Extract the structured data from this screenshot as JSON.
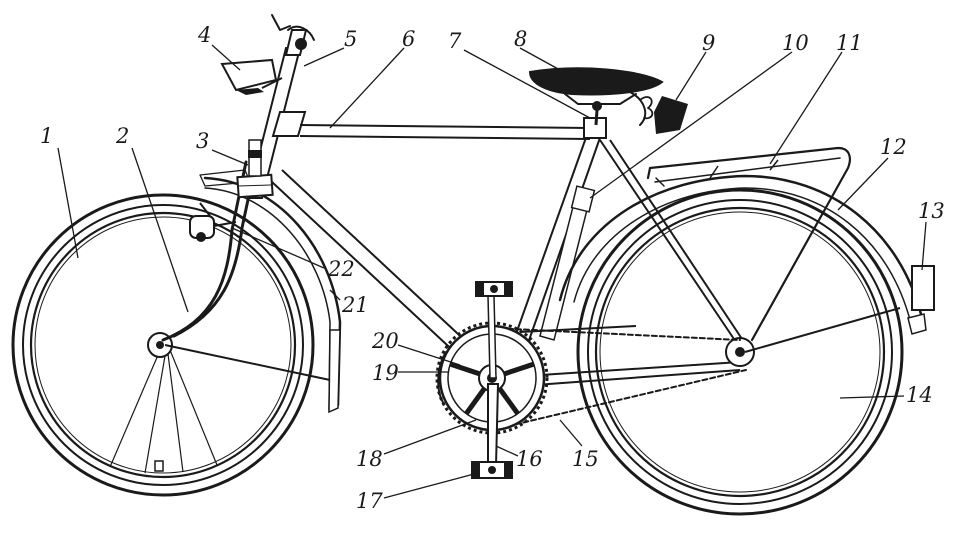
{
  "figure": {
    "colors": {
      "ink": "#1a1a1a",
      "paper": "#ffffff"
    },
    "callouts": [
      {
        "id": "c1",
        "label": "1"
      },
      {
        "id": "c2",
        "label": "2"
      },
      {
        "id": "c3",
        "label": "3"
      },
      {
        "id": "c4",
        "label": "4"
      },
      {
        "id": "c5",
        "label": "5"
      },
      {
        "id": "c6",
        "label": "6"
      },
      {
        "id": "c7",
        "label": "7"
      },
      {
        "id": "c8",
        "label": "8"
      },
      {
        "id": "c9",
        "label": "9"
      },
      {
        "id": "c10",
        "label": "10"
      },
      {
        "id": "c11",
        "label": "11"
      },
      {
        "id": "c12",
        "label": "12"
      },
      {
        "id": "c13",
        "label": "13"
      },
      {
        "id": "c14",
        "label": "14"
      },
      {
        "id": "c15",
        "label": "15"
      },
      {
        "id": "c16",
        "label": "16"
      },
      {
        "id": "c17",
        "label": "17"
      },
      {
        "id": "c18",
        "label": "18"
      },
      {
        "id": "c19",
        "label": "19"
      },
      {
        "id": "c20",
        "label": "20"
      },
      {
        "id": "c21",
        "label": "21"
      },
      {
        "id": "c22",
        "label": "22"
      }
    ]
  }
}
